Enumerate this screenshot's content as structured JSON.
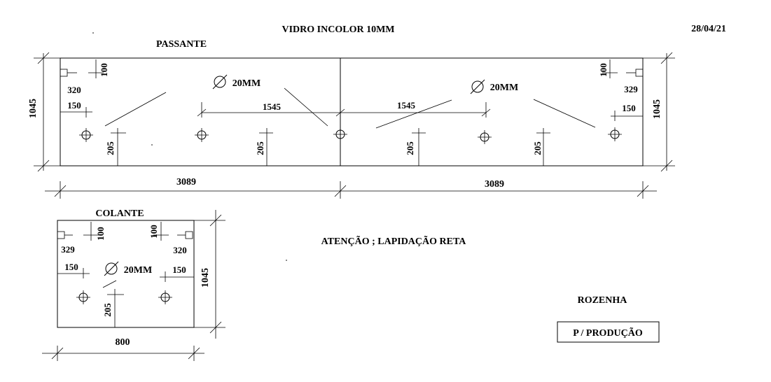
{
  "header": {
    "title": "VIDRO INCOLOR 10MM",
    "date": "28/04/21"
  },
  "passante": {
    "label": "PASSANTE",
    "hole_label_left": "20MM",
    "hole_label_right": "20MM",
    "dim_height_left": "1045",
    "dim_height_right": "1045",
    "dim_width_left": "3089",
    "dim_width_right": "3089",
    "dim_spacing_left": "1545",
    "dim_spacing_right": "1545",
    "dim_top_left": "100",
    "dim_top_right": "100",
    "dim_side_left": "320",
    "dim_side_right": "329",
    "dim_edge_left": "150",
    "dim_edge_right": "150",
    "dim_drop_1": "205",
    "dim_drop_2": "205",
    "dim_drop_3": "205",
    "dim_drop_4": "205"
  },
  "colante": {
    "label": "COLANTE",
    "hole_label": "20MM",
    "dim_height": "1045",
    "dim_width": "800",
    "dim_top_left": "100",
    "dim_top_right": "100",
    "dim_side_left": "329",
    "dim_side_right": "320",
    "dim_edge_left": "150",
    "dim_edge_right": "150",
    "dim_drop": "205"
  },
  "notes": {
    "warning": "ATENÇÃO ; LAPIDAÇÃO RETA",
    "client": "ROZENHA",
    "stamp": "P / PRODUÇÃO"
  }
}
